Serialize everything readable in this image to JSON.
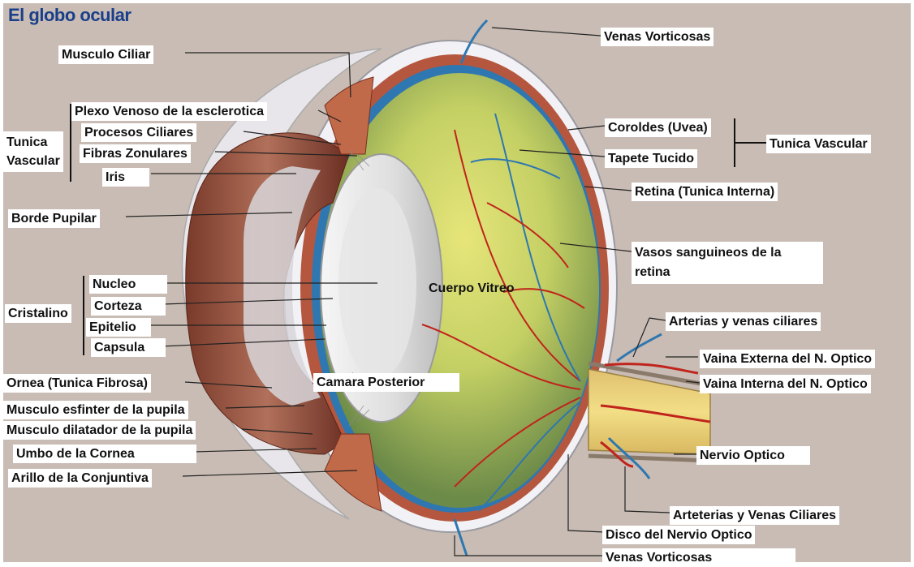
{
  "title": "El globo ocular",
  "colors": {
    "background": "#c8bcb4",
    "title": "#1a3f8a",
    "sclera": "#f2f2f6",
    "choroid": "#b5573f",
    "vitreous_center": "#d9e070",
    "vitreous_edge": "#6c8a48",
    "retina_blue": "#2f77b0",
    "artery_red": "#c0241c",
    "nerve": "#e9d36a"
  },
  "labels": {
    "musculo_ciliar": "Musculo Ciliar",
    "plexo_venoso": "Plexo Venoso de la esclerotica",
    "tunica_vascular_left": "Tunica\nVascular",
    "procesos_ciliares": "Procesos Ciliares",
    "fibras_zonulares": "Fibras Zonulares",
    "iris": "Iris",
    "borde_pupilar": "Borde Pupilar",
    "cristalino": "Cristalino",
    "nucleo": "Nucleo",
    "corteza": "Corteza",
    "epitelio": "Epitelio",
    "capsula": "Capsula",
    "ornea": "Ornea (Tunica Fibrosa)",
    "esfinter": "Musculo esfinter de la pupila",
    "dilatador": "Musculo dilatador de la pupila",
    "umbo": "Umbo de la Cornea",
    "arillo": "Arillo de la Conjuntiva",
    "venas_vorticosas_top": "Venas Vorticosas",
    "coroides": "Coroldes (Uvea)",
    "tapete": "Tapete Tucido",
    "tunica_vascular_right": "Tunica Vascular",
    "retina": "Retina (Tunica Interna)",
    "vasos": "Vasos sanguineos de la\nretina",
    "cuerpo_vitreo": "Cuerpo Vitreo",
    "camara_posterior": "Camara Posterior",
    "arterias_ciliares": "Arterias y venas ciliares",
    "vaina_externa": "Vaina Externa del N. Optico",
    "vaina_interna": "Vaina Interna del N. Optico",
    "nervio_optico": "Nervio Optico",
    "arteterias_ciliares": "Arteterias y Venas Ciliares",
    "disco": "Disco del Nervio Optico",
    "venas_vorticosas_bottom": "Venas Vorticosas"
  }
}
